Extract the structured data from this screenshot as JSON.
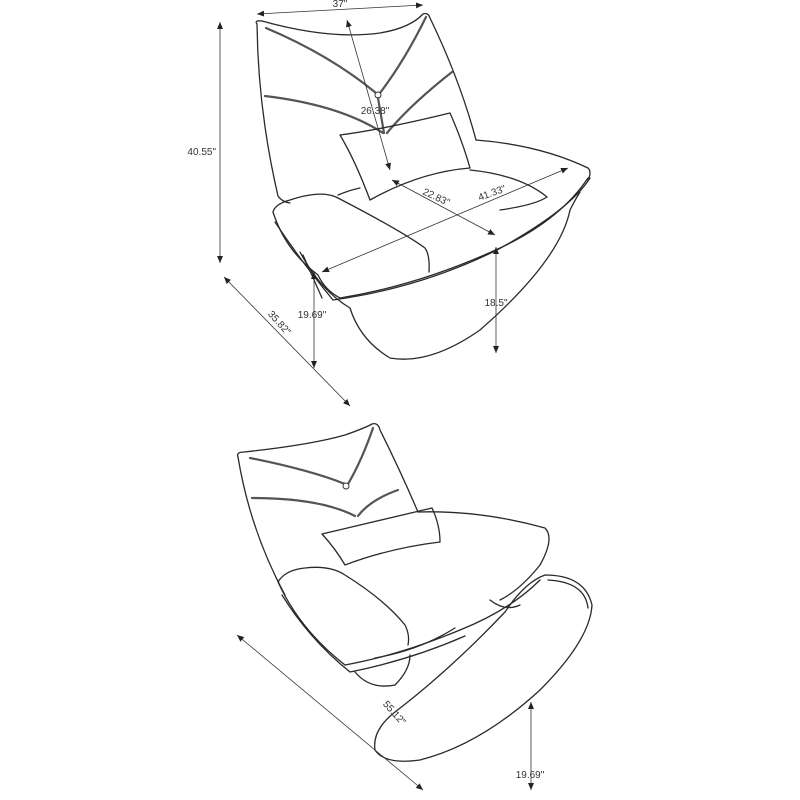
{
  "dimensions_top": {
    "width": "37\"",
    "height": "40.55\"",
    "back_height": "26.38\"",
    "seat_depth": "22.83\"",
    "diagonal_width": "41.33\"",
    "seat_height": "19.69\"",
    "arm_height": "18.5\"",
    "depth": "35.82\""
  },
  "dimensions_bottom": {
    "reclined_length": "55.12\"",
    "footrest_height": "19.69\""
  }
}
